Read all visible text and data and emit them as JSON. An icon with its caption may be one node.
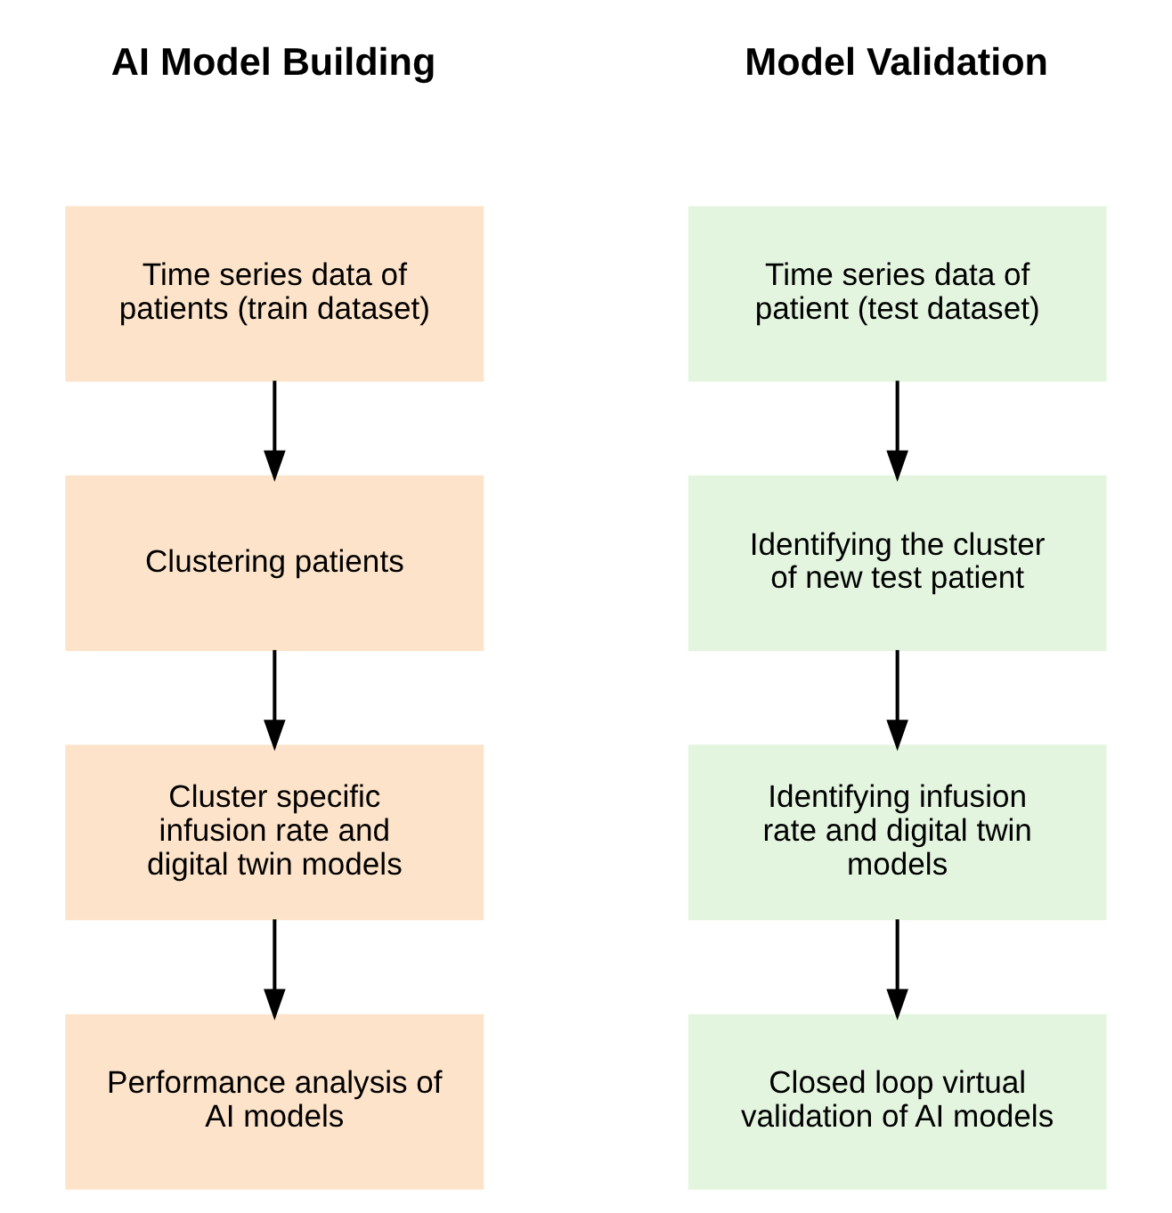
{
  "diagram": {
    "nodes": [
      {
        "text": [
          "Time series data of patients (train dataset)"
        ]
      },
      {
        "text": [
          "Clustering patients"
        ]
      },
      {
        "text": [
          "Cluster specific infusion rate and digital twin models"
        ]
      },
      {
        "text": [
          "Performance analysis of AI models"
        ]
      },
      {
        "text": [
          "Time series data of patient (test dataset)"
        ]
      },
      {
        "text": [
          "Identifying the cluster of new test patient"
        ]
      },
      {
        "text": [
          "Identifying infusion rate and digital twin models"
        ]
      },
      {
        "text": [
          "Closed loop virtual validation of AI models"
        ]
      }
    ],
    "edges": [
      {
        "from": 0,
        "to": 1,
        "arrow": "to"
      },
      {
        "from": 1,
        "to": 2,
        "arrow": "to"
      },
      {
        "from": 2,
        "to": 3,
        "arrow": "to"
      },
      {
        "from": 4,
        "to": 5,
        "arrow": "to"
      },
      {
        "from": 5,
        "to": 6,
        "arrow": "to"
      },
      {
        "from": 6,
        "to": 7,
        "arrow": "to"
      }
    ],
    "labels": [
      "AI Model Building",
      "Model Validation"
    ]
  }
}
